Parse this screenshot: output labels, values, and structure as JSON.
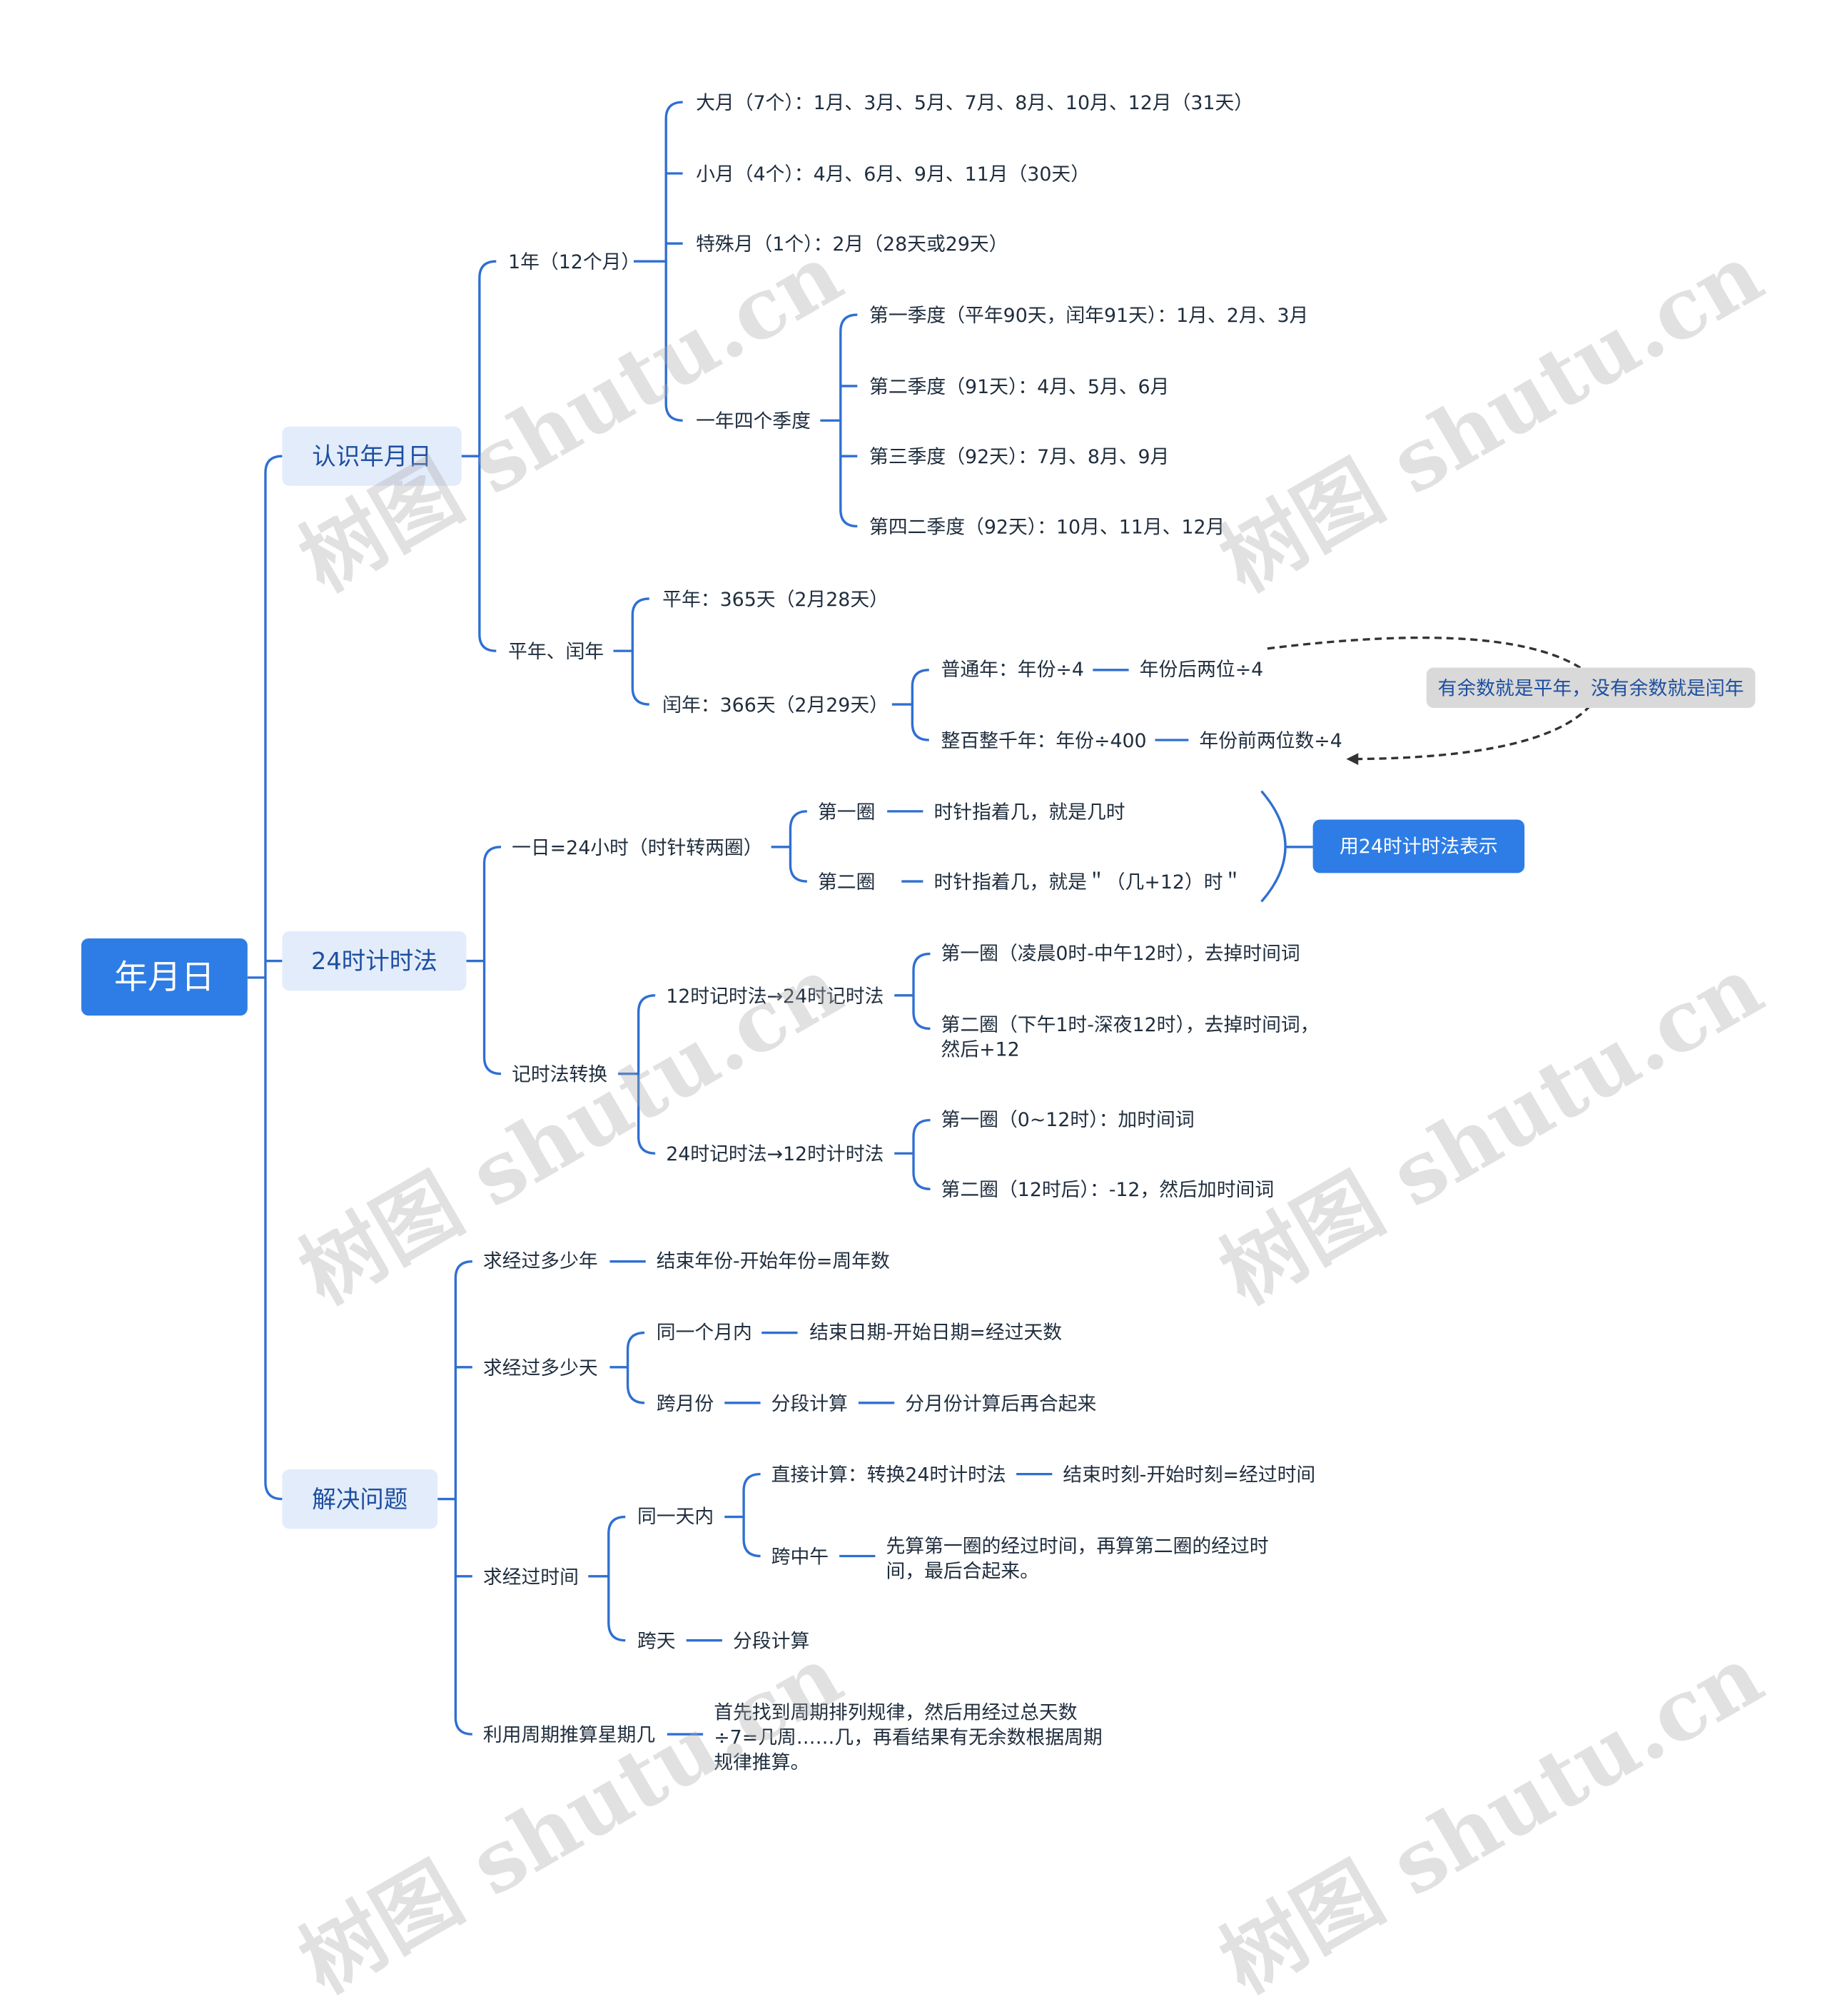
{
  "root": "年月日",
  "branches": {
    "b1": "认识年月日",
    "b2": "24时计时法",
    "b3": "解决问题"
  },
  "year": {
    "label": "1年（12个月）",
    "big": "大月（7个）：1月、3月、5月、7月、8月、10月、12月（31天）",
    "small": "小月（4个）：4月、6月、9月、11月（30天）",
    "special": "特殊月（1个）：2月（28天或29天）",
    "seasons": "一年四个季度",
    "q1": "第一季度（平年90天，闰年91天）：1月、2月、3月",
    "q2": "第二季度（91天）：4月、5月、6月",
    "q3": "第三季度（92天）：7月、8月、9月",
    "q4": "第四二季度（92天）：10月、11月、12月"
  },
  "leap": {
    "label": "平年、闰年",
    "common": "平年：365天（2月28天）",
    "leap_year": "闰年：366天（2月29天）",
    "normal": "普通年：年份÷4",
    "normal_r": "年份后两位÷4",
    "century": "整百整千年：年份÷400",
    "century_r": "年份前两位数÷4",
    "note": "有余数就是平年，没有余数就是闰年"
  },
  "day": {
    "label": "一日=24小时（时针转两圈）",
    "c1": "第一圈",
    "c1_r": "时针指着几，就是几时",
    "c2": "第二圈",
    "c2_r": "时针指着几，就是＂（几+12）时＂",
    "summary": "用24时计时法表示"
  },
  "conv": {
    "label": "记时法转换",
    "a": "12时记时法→24时记时法",
    "a1": "第一圈（凌晨0时-中午12时），去掉时间词",
    "a2": "第二圈（下午1时-深夜12时），去掉时间词，然后+12",
    "b": "24时记时法→12时计时法",
    "b1": "第一圈（0~12时）：加时间词",
    "b2": "第二圈（12时后）：-12，然后加时间词"
  },
  "solve": {
    "years": "求经过多少年",
    "years_r": "结束年份-开始年份=周年数",
    "days": "求经过多少天",
    "same_month": "同一个月内",
    "same_month_r": "结束日期-开始日期=经过天数",
    "cross_month": "跨月份",
    "cross_month_r1": "分段计算",
    "cross_month_r2": "分月份计算后再合起来",
    "time": "求经过时间",
    "same_day": "同一天内",
    "direct": "直接计算：转换24时计时法",
    "direct_r": "结束时刻-开始时刻=经过时间",
    "noon": "跨中午",
    "noon_r": "先算第一圈的经过时间，再算第二圈的经过时间，最后合起来。",
    "cross_day": "跨天",
    "cross_day_r": "分段计算",
    "weekday": "利用周期推算星期几",
    "weekday_r": "首先找到周期排列规律，然后用经过总天数÷7=几周……几，再看结果有无余数根据周期规律推算。"
  },
  "watermark": "树图 shutu.cn",
  "colors": {
    "line": "#2f6fd1",
    "root": "#2e7de6",
    "branch_bg": "#e3ecfb"
  }
}
